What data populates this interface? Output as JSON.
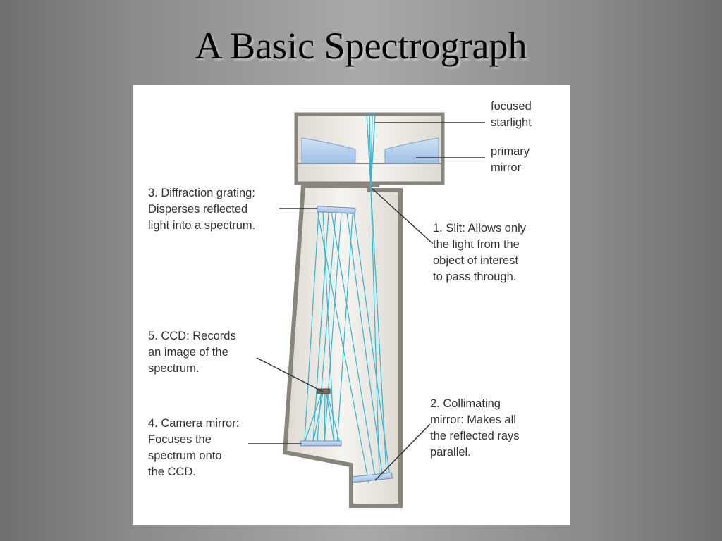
{
  "slide": {
    "title": "A Basic Spectrograph"
  },
  "diagram": {
    "labels": {
      "focused_starlight": "focused\nstarlight",
      "primary_mirror": "primary\nmirror",
      "diffraction_grating": "3. Diffraction grating:\nDisperses reflected\nlight into a spectrum.",
      "slit": "1. Slit: Allows only\nthe light from the\nobject of interest\nto pass through.",
      "ccd": "5. CCD: Records\nan image of the\nspectrum.",
      "collimating_mirror": "2. Collimating\nmirror: Makes all\nthe reflected rays\nparallel.",
      "camera_mirror": "4. Camera mirror:\nFocuses the\nspectrum onto\nthe CCD."
    },
    "colors": {
      "light_ray": "#2fb8d6",
      "mirror": "#a9c8ea",
      "housing_fill": "#efece6",
      "housing_outline": "#8a857c",
      "leader_line": "#333333",
      "background_gradient_center": "#a9a9a9",
      "background_gradient_edge": "#6f6f6f"
    }
  }
}
